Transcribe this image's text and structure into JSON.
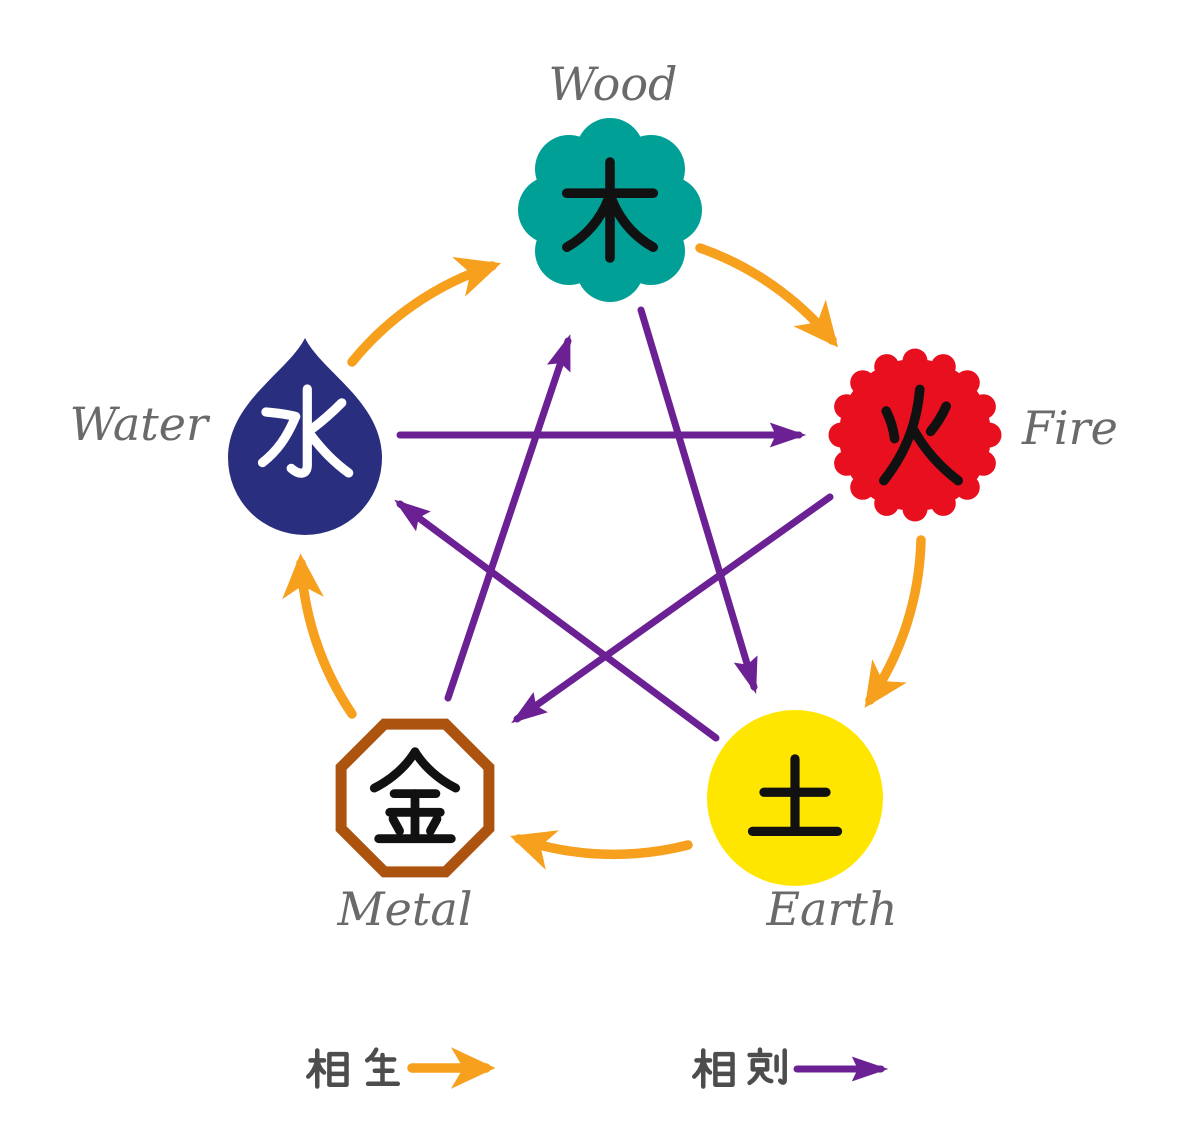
{
  "elements": [
    {
      "name": "Wood",
      "character": "木",
      "color": "#00A096",
      "shape": "flower-burst"
    },
    {
      "name": "Fire",
      "character": "火",
      "color": "#E8101F",
      "shape": "seal-burst"
    },
    {
      "name": "Earth",
      "character": "土",
      "color": "#FFE600",
      "shape": "circle"
    },
    {
      "name": "Metal",
      "character": "金",
      "color": "#AC5310",
      "shape": "octagon-outline"
    },
    {
      "name": "Water",
      "character": "水",
      "color": "#2A2E7F",
      "shape": "water-drop"
    }
  ],
  "label_color": "#6A6A6A",
  "legend": {
    "generating": {
      "label": "相生",
      "color": "#F6A01E"
    },
    "overcoming": {
      "label": "相剋",
      "color": "#6B2193"
    }
  },
  "relations": {
    "generating": [
      "Water→Wood",
      "Wood→Fire",
      "Fire→Earth",
      "Earth→Metal",
      "Metal→Water"
    ],
    "overcoming": [
      "Water→Fire",
      "Wood→Earth",
      "Earth→Water",
      "Fire→Metal",
      "Metal→Wood"
    ]
  }
}
